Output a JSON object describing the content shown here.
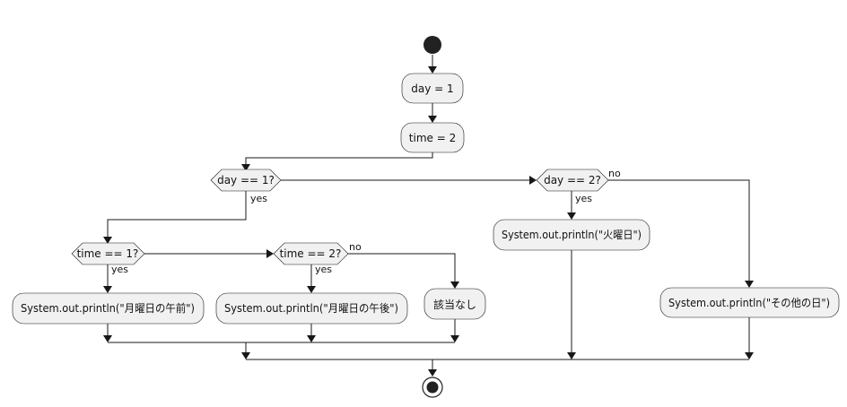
{
  "diagram": {
    "actions": {
      "set_day": "day = 1",
      "set_time": "time = 2",
      "print_tuesday": "System.out.println(\"火曜日\")",
      "print_monday_morning": "System.out.println(\"月曜日の午前\")",
      "print_monday_afternoon": "System.out.println(\"月曜日の午後\")",
      "not_applicable": "該当なし",
      "print_other_day": "System.out.println(\"その他の日\")"
    },
    "decisions": {
      "day_is_1": "day == 1?",
      "day_is_2": "day == 2?",
      "time_is_1": "time == 1?",
      "time_is_2": "time == 2?"
    },
    "branch_labels": {
      "yes": "yes",
      "no": "no"
    },
    "colors": {
      "node_fill": "#f1f1f1",
      "stroke": "#181818",
      "terminal": "#222222"
    }
  }
}
